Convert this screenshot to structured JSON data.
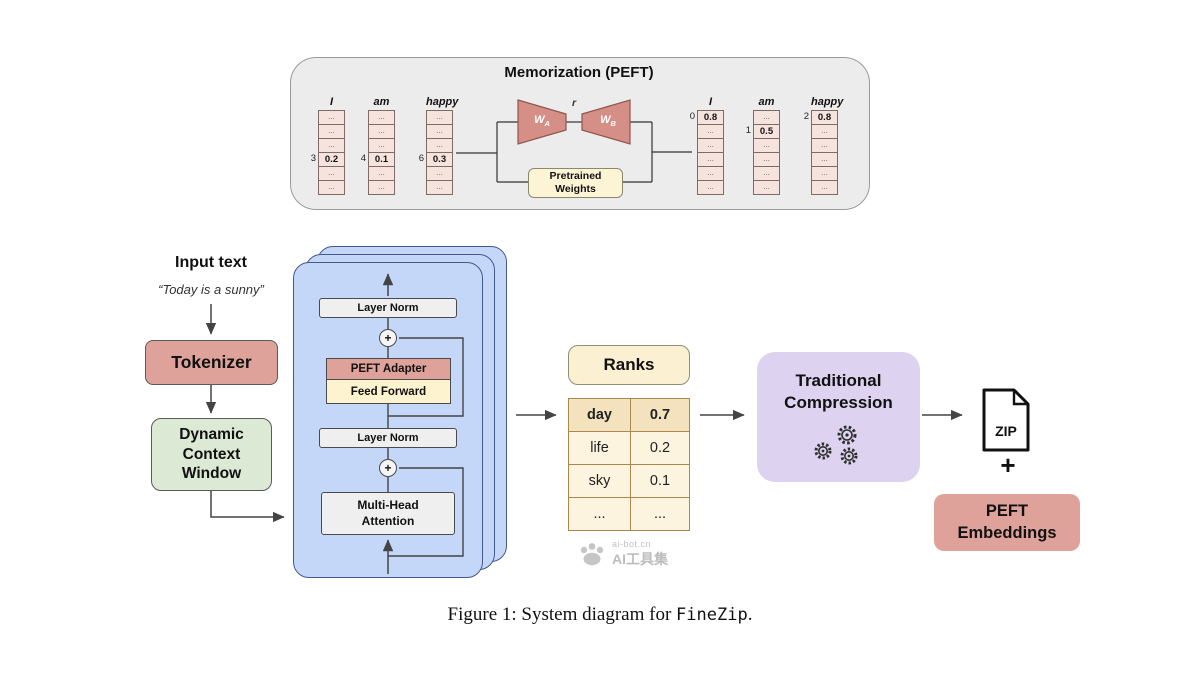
{
  "memorization": {
    "title": "Memorization (PEFT)",
    "left_columns": [
      {
        "header": "I",
        "index_label": "3",
        "index_row": 3,
        "bold_row": 3,
        "cells": [
          "...",
          "...",
          "...",
          "0.2",
          "...",
          "..."
        ]
      },
      {
        "header": "am",
        "index_label": "4",
        "index_row": 3,
        "bold_row": 3,
        "cells": [
          "...",
          "...",
          "...",
          "0.1",
          "...",
          "..."
        ]
      },
      {
        "header": "happy",
        "index_label": "6",
        "index_row": 3,
        "bold_row": 3,
        "cells": [
          "...",
          "...",
          "...",
          "0.3",
          "...",
          "..."
        ]
      }
    ],
    "right_columns": [
      {
        "header": "I",
        "index_label": "0",
        "index_row": 0,
        "bold_row": 0,
        "cells": [
          "0.8",
          "...",
          "...",
          "...",
          "...",
          "..."
        ]
      },
      {
        "header": "am",
        "index_label": "1",
        "index_row": 1,
        "bold_row": 1,
        "cells": [
          "...",
          "0.5",
          "...",
          "...",
          "...",
          "..."
        ]
      },
      {
        "header": "happy",
        "index_label": "2",
        "index_row": 0,
        "bold_row": 0,
        "cells": [
          "0.8",
          "...",
          "...",
          "...",
          "...",
          "..."
        ]
      }
    ],
    "lora": {
      "wa": "W",
      "wa_sub": "A",
      "wb": "W",
      "wb_sub": "B",
      "rank": "r"
    },
    "pretrained": "Pretrained\nWeights"
  },
  "flow": {
    "input_title": "Input text",
    "input_quote": "“Today is a sunny”",
    "tokenizer": "Tokenizer",
    "dynamic_context_window": "Dynamic\nContext\nWindow"
  },
  "transformer": {
    "layer_norm_top": "Layer Norm",
    "plus_top": "+",
    "peft_adapter": "PEFT Adapter",
    "feed_forward": "Feed Forward",
    "layer_norm_bottom": "Layer Norm",
    "plus_bottom": "+",
    "multi_head_attention": "Multi-Head\nAttention"
  },
  "ranks": {
    "title": "Ranks",
    "table": {
      "rows": [
        {
          "token": "day",
          "value": "0.7"
        },
        {
          "token": "life",
          "value": "0.2"
        },
        {
          "token": "sky",
          "value": "0.1"
        },
        {
          "token": "...",
          "value": "..."
        }
      ]
    }
  },
  "compression": {
    "label": "Traditional\nCompression"
  },
  "output": {
    "zip_label": "ZIP",
    "plus": "+",
    "peft_embeddings": "PEFT\nEmbeddings"
  },
  "watermark": {
    "site": "ai-bot.cn",
    "name": "AI工具集"
  },
  "caption": {
    "prefix": "Figure 1: System diagram for ",
    "code": "FineZip",
    "suffix": "."
  },
  "colors": {
    "pink": "#dfa29b",
    "yellow": "#fdf3cf",
    "green": "#dce9d5",
    "blue": "#c4d7f8",
    "purple": "#ddd2ef",
    "tan": "#fbf0d2",
    "panel_grey": "#ececec",
    "lora_red": "#d68f86"
  }
}
